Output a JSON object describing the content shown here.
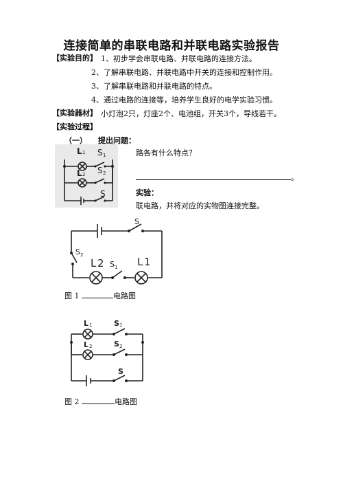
{
  "doc": {
    "title": "连接简单的串联电路和并联电路实验报告",
    "purpose_label": "【实验目的】",
    "purpose_items": [
      "1、初步学会串联电路、并联电路的连接方法。",
      "2、了解串联电路、并联电路中开关的连接和控制作用。",
      "3、了解串联电路和并联电路的特点。",
      "4、通过电路的连接等，培养学生良好的电学实验习惯。"
    ],
    "equipment_label": "【实验器材】",
    "equipment_text": "小灯泡2只，灯座2个、电池组，开关3个，导线若干。",
    "process_label": "【实验过程】",
    "section1_num": "（一）",
    "section1_title": "提出问题：",
    "question_text": "路各有什么特点？",
    "question_end": "。",
    "experiment_label": "实验：",
    "experiment_text": "联电路，并将对应的实物图连接完整。",
    "fig1_prefix": "图 1 ",
    "fig1_suffix": "电路图",
    "fig2_prefix": "图 2 ",
    "fig2_suffix": "电路图"
  },
  "circuit_labels": {
    "L1": "L",
    "L1_sub": "1",
    "L2": "L",
    "L2_sub": "2",
    "S1": "S",
    "S1_sub": "1",
    "S2": "S",
    "S2_sub": "2",
    "S": "S"
  }
}
